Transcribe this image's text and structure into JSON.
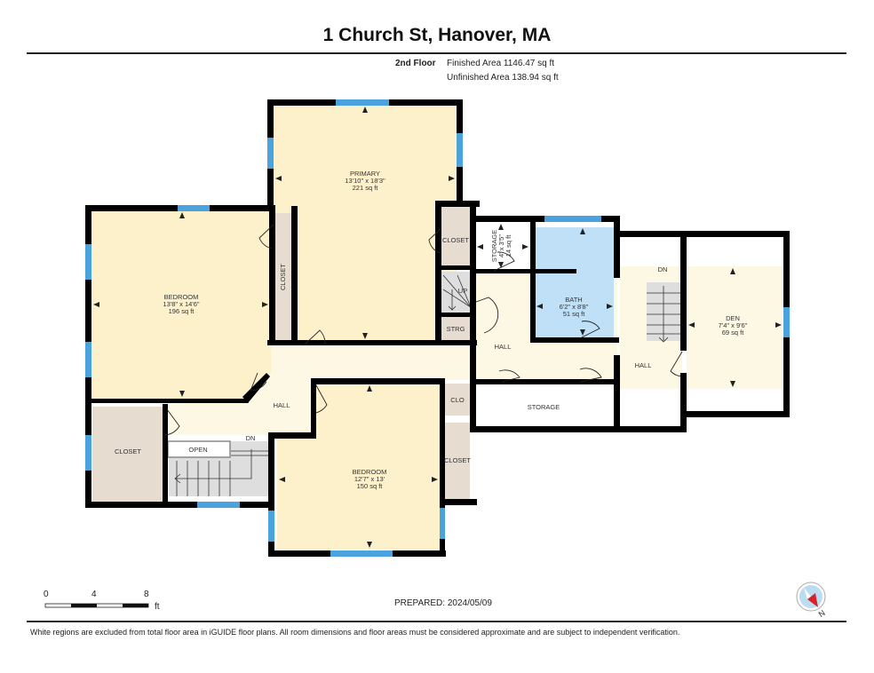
{
  "header": {
    "title": "1 Church St, Hanover, MA",
    "floor": "2nd Floor",
    "finished_area": "Finished Area 1146.47 sq ft",
    "unfinished_area": "Unfinished Area 138.94 sq ft"
  },
  "rooms": {
    "primary": {
      "name": "PRIMARY",
      "dims": "13'10\" x 18'3\"",
      "area": "221 sq ft"
    },
    "bedroom_left": {
      "name": "BEDROOM",
      "dims": "13'8\" x 14'6\"",
      "area": "196 sq ft"
    },
    "bedroom_bottom": {
      "name": "BEDROOM",
      "dims": "12'7\" x 13'",
      "area": "150 sq ft"
    },
    "bath": {
      "name": "BATH",
      "dims": "6'2\" x 8'8\"",
      "area": "51 sq ft"
    },
    "den": {
      "name": "DEN",
      "dims": "7'4\" x 9'6\"",
      "area": "69 sq ft"
    },
    "storage_small": {
      "name": "STORAGE",
      "dims": "4' x 3'5\"",
      "area": "14 sq ft"
    }
  },
  "labels": {
    "closet": "CLOSET",
    "clo": "CLO",
    "strg": "STRG",
    "storage": "STORAGE",
    "hall": "HALL",
    "open": "OPEN",
    "up": "UP",
    "dn": "DN"
  },
  "colors": {
    "room_fill": "#fdf1cc",
    "hall_fill": "#fdf8e4",
    "closet_fill": "#e6ddd0",
    "bath_fill": "#bfe0f7",
    "stair_fill": "#dedede",
    "wall": "#000000",
    "window": "#4aa3dc",
    "compass_red": "#d8222a",
    "compass_blue": "#bcdcf2"
  },
  "footer": {
    "scale": {
      "ticks": [
        "0",
        "4",
        "8"
      ],
      "unit": "ft"
    },
    "prepared": "PREPARED: 2024/05/09",
    "compass_label": "N",
    "disclaimer": "White regions are excluded from total floor area in iGUIDE floor plans. All room dimensions and floor areas must be considered approximate and are subject to independent verification."
  }
}
